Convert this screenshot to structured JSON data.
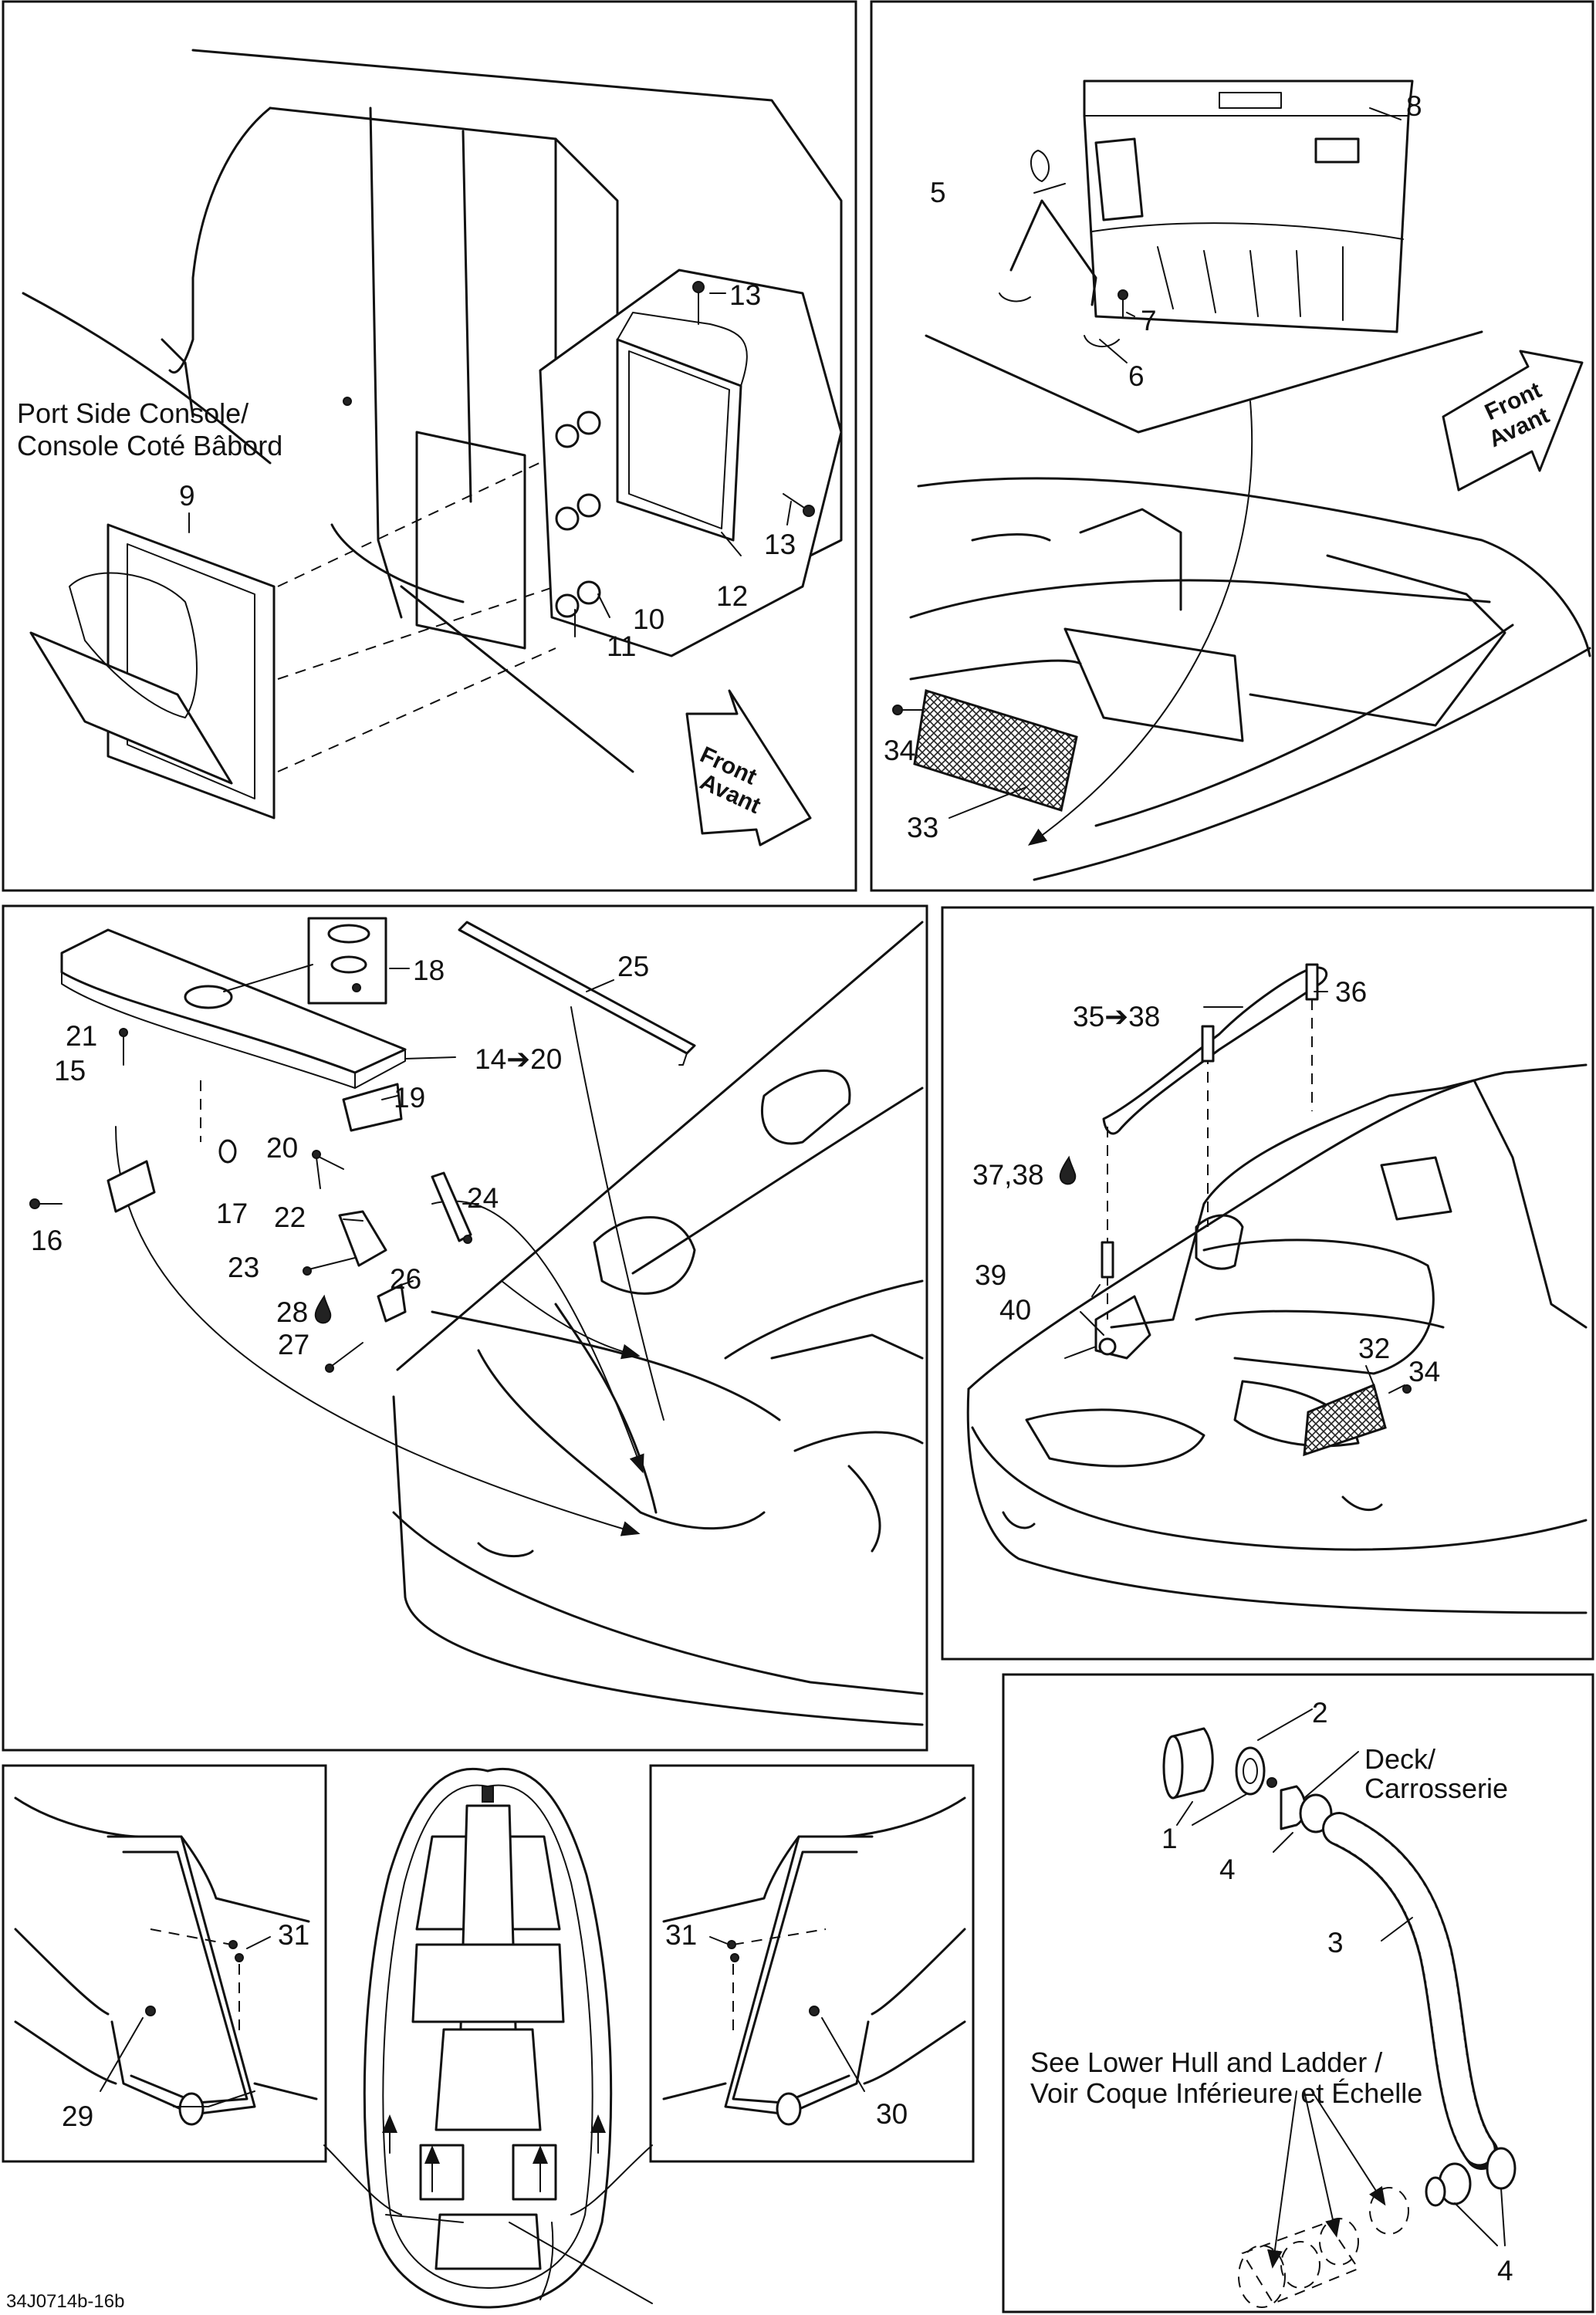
{
  "panel_texts": {
    "port_console": "Port Side Console/",
    "port_console_fr": "Console Coté Bâbord",
    "deck": "Deck/",
    "deck_fr": "Carrosserie",
    "see_lower": "See Lower Hull and Ladder /",
    "see_lower_fr": "Voir Coque Inférieure et Échelle",
    "front": "Front",
    "avant": "Avant"
  },
  "callouts": {
    "p1": [
      "9",
      "10",
      "11",
      "12",
      "13",
      "13"
    ],
    "p2": [
      "5",
      "6",
      "7",
      "8",
      "33",
      "34"
    ],
    "p3": [
      "14➔20",
      "15",
      "16",
      "17",
      "18",
      "19",
      "20",
      "21",
      "22",
      "23",
      "24",
      "25",
      "26",
      "27",
      "28"
    ],
    "p4": [
      "35➔38",
      "36",
      "37,38",
      "39",
      "40",
      "32",
      "34"
    ],
    "p5": [
      "29",
      "31",
      "30",
      "31"
    ],
    "p6": [
      "1",
      "2",
      "3",
      "4",
      "4"
    ]
  },
  "diagram_code": "34J0714b-16b"
}
